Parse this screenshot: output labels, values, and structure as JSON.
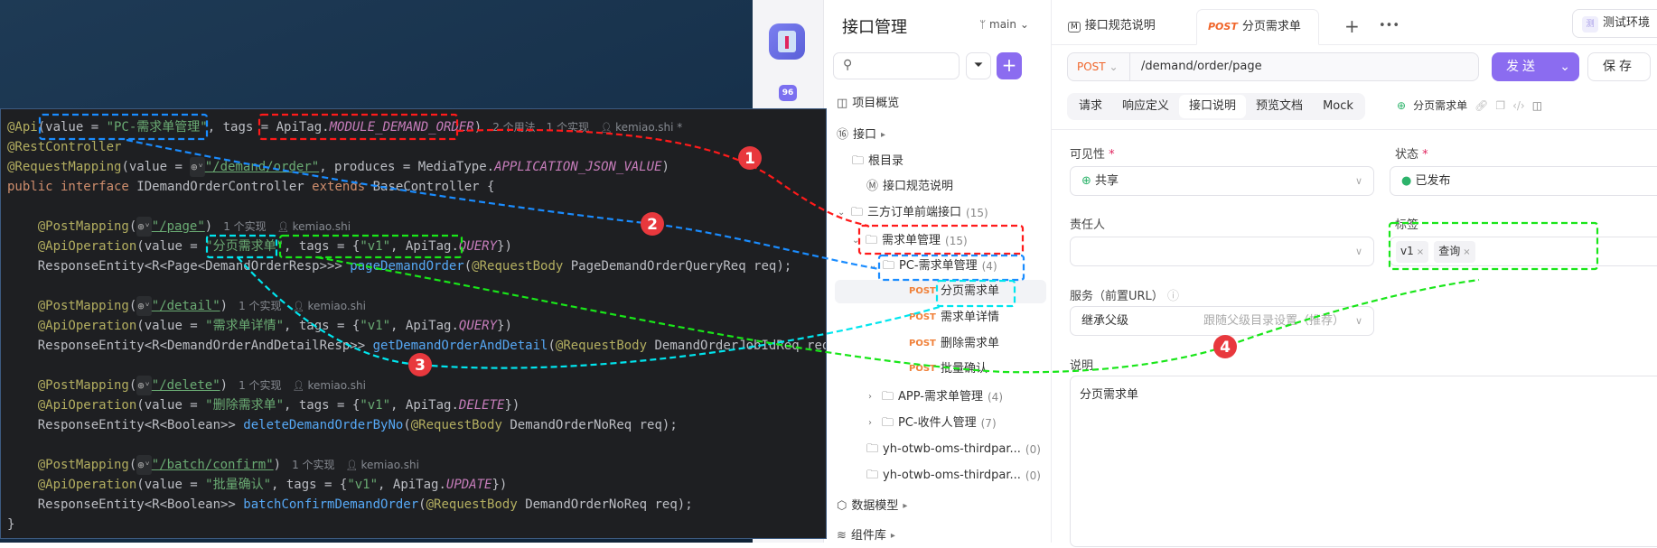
{
  "rail": {
    "app_icon": "shirt-app-icon",
    "api_icon": "api-icon"
  },
  "tree": {
    "title": "接口管理",
    "branch": "main",
    "search_placeholder": "",
    "items": [
      {
        "label": "项目概览",
        "icon": "overview-icon",
        "count": ""
      },
      {
        "label": "接口",
        "icon": "api-icon",
        "count": ""
      },
      {
        "label": "根目录",
        "icon": "folder-icon",
        "count": ""
      },
      {
        "label": "接口规范说明",
        "icon": "markdown-icon",
        "count": ""
      },
      {
        "label": "三方订单前端接口",
        "icon": "folder-icon",
        "count": "(15)"
      },
      {
        "label": "需求单管理",
        "icon": "folder-icon",
        "count": "(15)"
      },
      {
        "label": "PC-需求单管理",
        "icon": "folder-icon",
        "count": "(4)"
      },
      {
        "label": "分页需求单",
        "method": "POST",
        "count": ""
      },
      {
        "label": "需求单详情",
        "method": "POST",
        "count": ""
      },
      {
        "label": "删除需求单",
        "method": "POST",
        "count": ""
      },
      {
        "label": "批量确认",
        "method": "POST",
        "count": ""
      },
      {
        "label": "APP-需求单管理",
        "icon": "folder-icon",
        "count": "(4)"
      },
      {
        "label": "PC-收件人管理",
        "icon": "folder-icon",
        "count": "(7)"
      },
      {
        "label": "yh-otwb-oms-thirdpar...",
        "icon": "folder-icon",
        "count": "(0)"
      },
      {
        "label": "yh-otwb-oms-thirdpar...",
        "icon": "folder-icon",
        "count": "(0)"
      },
      {
        "label": "数据模型",
        "icon": "cube-icon",
        "count": ""
      },
      {
        "label": "组件库",
        "icon": "layers-icon",
        "count": ""
      }
    ]
  },
  "main": {
    "tabs": [
      {
        "label": "接口规范说明",
        "method": ""
      },
      {
        "label": "分页需求单",
        "method": "POST"
      }
    ],
    "env": "测试环境",
    "method": "POST",
    "url": "/demand/order/page",
    "send": "发送",
    "save": "保存",
    "subtabs": [
      "请求",
      "响应定义",
      "接口说明",
      "预览文档",
      "Mock"
    ],
    "active_subtab": "接口说明",
    "api_name": "分页需求单",
    "form": {
      "visibility_label": "可见性",
      "visibility": "共享",
      "status_label": "状态",
      "status": "已发布",
      "status_color": "#2db36b",
      "owner_label": "责任人",
      "owner": "",
      "tags_label": "标签",
      "tags": [
        "v1",
        "查询"
      ],
      "service_label": "服务（前置URL）",
      "service": "继承父级",
      "service_hint": "跟随父级目录设置（推荐）",
      "desc_label": "说明",
      "desc": "分页需求单"
    }
  },
  "code": {
    "lines": [
      [
        {
          "t": "@Api",
          "k": "ann"
        },
        {
          "t": "(value = "
        },
        {
          "t": "\"PC-需求单管理\"",
          "k": "str"
        },
        {
          "t": ", tags = ApiTag."
        },
        {
          "t": "MODULE_DEMAND_ORDER",
          "k": "const"
        },
        {
          "t": ")"
        },
        {
          "t": "2 个用法",
          "k": "hint"
        },
        {
          "t": "1 个实现",
          "k": "hint"
        },
        {
          "t": "kemiao.shi *",
          "k": "user"
        }
      ],
      [
        {
          "t": "@RestController",
          "k": "ann"
        }
      ],
      [
        {
          "t": "@RequestMapping",
          "k": "ann"
        },
        {
          "t": "(value = "
        },
        {
          "g": "globe-icon"
        },
        {
          "t": "\"/demand/order\"",
          "k": "stru"
        },
        {
          "t": ", produces = MediaType."
        },
        {
          "t": "APPLICATION_JSON_VALUE",
          "k": "const"
        },
        {
          "t": ")"
        }
      ],
      [
        {
          "t": "public interface ",
          "k": "kw"
        },
        {
          "t": "IDemandOrderController "
        },
        {
          "t": "extends ",
          "k": "kw"
        },
        {
          "t": "BaseController {"
        }
      ],
      [],
      [
        {
          "t": "    "
        },
        {
          "t": "@PostMapping",
          "k": "ann"
        },
        {
          "t": "("
        },
        {
          "g": "globe-icon"
        },
        {
          "t": "\"/page\"",
          "k": "stru"
        },
        {
          "t": ")"
        },
        {
          "t": "1 个实现",
          "k": "hint"
        },
        {
          "t": "kemiao.shi",
          "k": "user"
        }
      ],
      [
        {
          "t": "    "
        },
        {
          "t": "@ApiOperation",
          "k": "ann"
        },
        {
          "t": "(value = "
        },
        {
          "t": "\"分页需求单\"",
          "k": "str"
        },
        {
          "t": ", tags = {"
        },
        {
          "t": "\"v1\"",
          "k": "str"
        },
        {
          "t": ", ApiTag."
        },
        {
          "t": "QUERY",
          "k": "const"
        },
        {
          "t": "})"
        }
      ],
      [
        {
          "t": "    ResponseEntity<R<Page<DemandOrderResp>>> "
        },
        {
          "t": "pageDemandOrder",
          "k": "fn"
        },
        {
          "t": "("
        },
        {
          "t": "@RequestBody",
          "k": "ann"
        },
        {
          "t": " PageDemandOrderQueryReq req);"
        }
      ],
      [],
      [
        {
          "t": "    "
        },
        {
          "t": "@PostMapping",
          "k": "ann"
        },
        {
          "t": "("
        },
        {
          "g": "globe-icon"
        },
        {
          "t": "\"/detail\"",
          "k": "stru"
        },
        {
          "t": ")"
        },
        {
          "t": "1 个实现",
          "k": "hint"
        },
        {
          "t": "kemiao.shi",
          "k": "user"
        }
      ],
      [
        {
          "t": "    "
        },
        {
          "t": "@ApiOperation",
          "k": "ann"
        },
        {
          "t": "(value = "
        },
        {
          "t": "\"需求单详情\"",
          "k": "str"
        },
        {
          "t": ", tags = {"
        },
        {
          "t": "\"v1\"",
          "k": "str"
        },
        {
          "t": ", ApiTag."
        },
        {
          "t": "QUERY",
          "k": "const"
        },
        {
          "t": "})"
        }
      ],
      [
        {
          "t": "    ResponseEntity<R<DemandOrderAndDetailResp>> "
        },
        {
          "t": "getDemandOrderAndDetail",
          "k": "fn"
        },
        {
          "t": "("
        },
        {
          "t": "@RequestBody",
          "k": "ann"
        },
        {
          "t": " DemandOrderJobIdReq req);"
        }
      ],
      [],
      [
        {
          "t": "    "
        },
        {
          "t": "@PostMapping",
          "k": "ann"
        },
        {
          "t": "("
        },
        {
          "g": "globe-icon"
        },
        {
          "t": "\"/delete\"",
          "k": "stru"
        },
        {
          "t": ")"
        },
        {
          "t": "1 个实现",
          "k": "hint"
        },
        {
          "t": "kemiao.shi",
          "k": "user"
        }
      ],
      [
        {
          "t": "    "
        },
        {
          "t": "@ApiOperation",
          "k": "ann"
        },
        {
          "t": "(value = "
        },
        {
          "t": "\"删除需求单\"",
          "k": "str"
        },
        {
          "t": ", tags = {"
        },
        {
          "t": "\"v1\"",
          "k": "str"
        },
        {
          "t": ", ApiTag."
        },
        {
          "t": "DELETE",
          "k": "const"
        },
        {
          "t": "})"
        }
      ],
      [
        {
          "t": "    ResponseEntity<R<Boolean>> "
        },
        {
          "t": "deleteDemandOrderByNo",
          "k": "fn"
        },
        {
          "t": "("
        },
        {
          "t": "@RequestBody",
          "k": "ann"
        },
        {
          "t": " DemandOrderNoReq req);"
        }
      ],
      [],
      [
        {
          "t": "    "
        },
        {
          "t": "@PostMapping",
          "k": "ann"
        },
        {
          "t": "("
        },
        {
          "g": "globe-icon"
        },
        {
          "t": "\"/batch/confirm\"",
          "k": "stru"
        },
        {
          "t": ")"
        },
        {
          "t": "1 个实现",
          "k": "hint"
        },
        {
          "t": "kemiao.shi",
          "k": "user"
        }
      ],
      [
        {
          "t": "    "
        },
        {
          "t": "@ApiOperation",
          "k": "ann"
        },
        {
          "t": "(value = "
        },
        {
          "t": "\"批量确认\"",
          "k": "str"
        },
        {
          "t": ", tags = {"
        },
        {
          "t": "\"v1\"",
          "k": "str"
        },
        {
          "t": ", ApiTag."
        },
        {
          "t": "UPDATE",
          "k": "const"
        },
        {
          "t": "})"
        }
      ],
      [
        {
          "t": "    ResponseEntity<R<Boolean>> "
        },
        {
          "t": "batchConfirmDemandOrder",
          "k": "fn"
        },
        {
          "t": "("
        },
        {
          "t": "@RequestBody",
          "k": "ann"
        },
        {
          "t": " DemandOrderNoReq req);"
        }
      ],
      [
        {
          "t": "}"
        }
      ]
    ]
  },
  "annotations": {
    "markers": [
      "1",
      "2",
      "3",
      "4"
    ],
    "colors": {
      "1": "#ff1a1a",
      "2": "#1a8cff",
      "3": "#00e5ee",
      "4": "#19e619"
    },
    "marker_color": "#e8383d"
  }
}
